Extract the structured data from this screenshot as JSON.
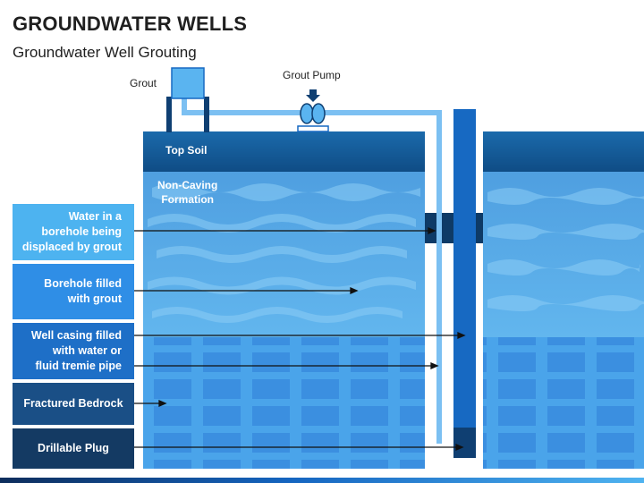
{
  "title": "GROUNDWATER WELLS",
  "subtitle": "Groundwater Well Grouting",
  "diagram": {
    "grout_label": "Grout",
    "grout_pump_label": "Grout Pump",
    "top_soil_label": "Top Soil",
    "non_caving_label_line1": "Non-Caving",
    "non_caving_label_line2": "Formation"
  },
  "labels": [
    {
      "line1": "Water in a",
      "line2": "borehole being",
      "line3": "displaced by grout"
    },
    {
      "line1": "Borehole filled",
      "line2": "with grout"
    },
    {
      "line1": "Well casing filled",
      "line2": "with water or",
      "line3": "fluid tremie pipe"
    },
    {
      "line1": "Fractured Bedrock"
    },
    {
      "line1": "Drillable Plug"
    }
  ],
  "colors": {
    "top_soil": "#155a96",
    "formation": "#56aee8",
    "bedrock": "#3b93e0",
    "casing": "#1769c2",
    "tremie": "#7cc0f2"
  }
}
